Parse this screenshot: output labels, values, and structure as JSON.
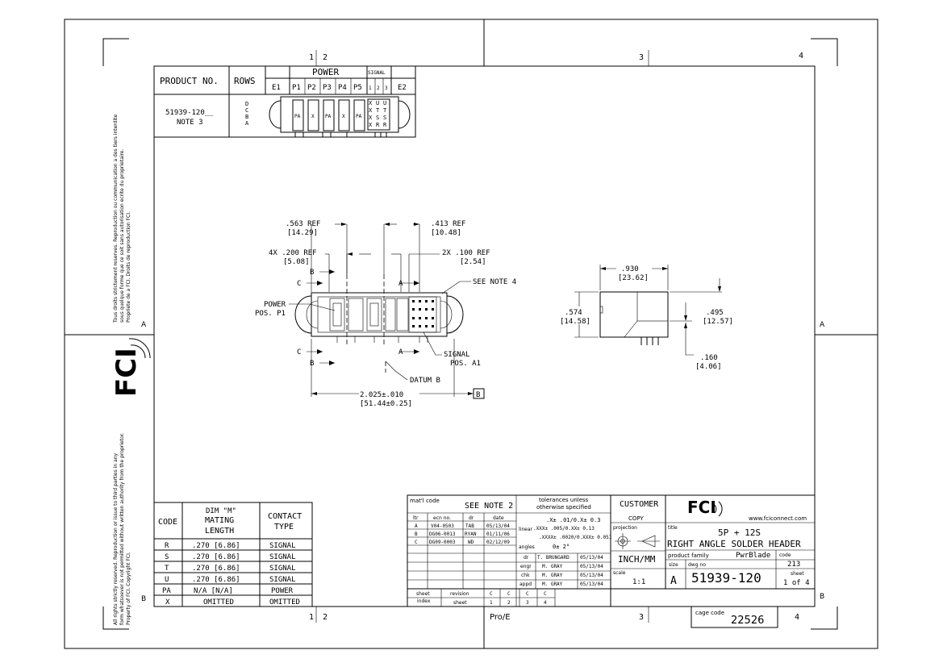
{
  "zones": {
    "top_1": "1",
    "top_2": "2",
    "top_3": "3",
    "top_4": "4",
    "bot_1": "1",
    "bot_2": "2",
    "bot_3": "3",
    "bot_4": "4",
    "left_a": "A",
    "left_b": "B",
    "right_a": "A",
    "right_b": "B"
  },
  "side_text": {
    "top": [
      "Tous droits strictement reserves. Reproduction ou communication a des tiers interdite",
      "sous quelque forme que ce soit sans autorisation ecrite du proprietaire.",
      "Propriete de a FCI. Droits de reproduction FCI."
    ],
    "bottom": [
      "All rights strictly reserved. Reproduction or issue to third parties in any",
      "form whatsoever is not permitted without written authority from the proprietor.",
      "Property of FCI. Copyright FCI."
    ],
    "logo": "FCI"
  },
  "product_table": {
    "h_product": "PRODUCT NO.",
    "h_rows": "ROWS",
    "h_power": "POWER",
    "h_signal": "SIGNAL",
    "cols": [
      "E1",
      "P1",
      "P2",
      "P3",
      "P4",
      "P5",
      "1",
      "2",
      "3",
      "E2"
    ],
    "part": "51939-120__",
    "note": "NOTE 3",
    "rows": [
      "D",
      "C",
      "B",
      "A"
    ],
    "cells": [
      "PA",
      "X",
      "PA",
      "X",
      "PA"
    ],
    "sig": [
      [
        "X",
        "U",
        "U"
      ],
      [
        "X",
        "T",
        "T"
      ],
      [
        "X",
        "S",
        "S"
      ],
      [
        "X",
        "R",
        "R"
      ]
    ]
  },
  "dims": {
    "d563": ".563   REF",
    "d563m": "[14.29]",
    "d413": ".413   REF",
    "d413m": "[10.48]",
    "d200": "4X .200  REF",
    "d200m": "[5.08]",
    "d100": "2X .100  REF",
    "d100m": "[2.54]",
    "see_note4": "SEE NOTE 4",
    "power1": "POWER",
    "power2": "POS. P1",
    "signal1": "SIGNAL",
    "signal2": "POS. A1",
    "datum": "DATUM B",
    "d2025": "2.025±.010",
    "d2025m": "[51.44±0.25]",
    "datum_box": "B",
    "lA": "A",
    "lB": "B",
    "lC": "C",
    "d930": ".930",
    "d930m": "[23.62]",
    "d574": ".574",
    "d574m": "[14.58]",
    "d495": ".495",
    "d495m": "[12.57]",
    "d160": ".160",
    "d160m": "[4.06]"
  },
  "code_table": {
    "h_code": "CODE",
    "h_dim1": "DIM \"M\"",
    "h_dim2": "MATING",
    "h_dim3": "LENGTH",
    "h_ct1": "CONTACT",
    "h_ct2": "TYPE",
    "rows": [
      {
        "code": "R",
        "dim": ".270   [6.86]",
        "type": "SIGNAL"
      },
      {
        "code": "S",
        "dim": ".270   [6.86]",
        "type": "SIGNAL"
      },
      {
        "code": "T",
        "dim": ".270   [6.86]",
        "type": "SIGNAL"
      },
      {
        "code": "U",
        "dim": ".270   [6.86]",
        "type": "SIGNAL"
      },
      {
        "code": "PA",
        "dim": "N/A   [N/A]",
        "type": "POWER"
      },
      {
        "code": "X",
        "dim": "OMITTED",
        "type": "OMITTED"
      }
    ]
  },
  "title_block": {
    "matl_code": "mat'l code",
    "see_note2": "SEE NOTE 2",
    "tol1": "tolerances unless",
    "tol2": "otherwise specified",
    "customer": "CUSTOMER",
    "copy": "COPY",
    "web": "www.fciconnect.com",
    "ltr": "ltr",
    "ecn": "ecn no.",
    "dr_h": "dr",
    "date_h": "date",
    "revs": [
      {
        "ltr": "A",
        "ecn": "V04-0503",
        "dr": "TAB",
        "date": "05/13/04"
      },
      {
        "ltr": "B",
        "ecn": "DG06-0013",
        "dr": "RYAN",
        "date": "01/11/06"
      },
      {
        "ltr": "C",
        "ecn": "DG09-0003",
        "dr": "WD",
        "date": "02/12/09"
      }
    ],
    "linear": "linear",
    "angles": "angles",
    "tol_x": ".X± .01/0.X± 0.3",
    "tol_xx": ".XXX± .005/0.XX± 0.13",
    "tol_xxx": ".XXXX± .0020/0.XXX± 0.051",
    "tol_ang": "0± 2°",
    "projection": "projection",
    "title_l": "title",
    "title1": "5P + 12S",
    "title2": "RIGHT ANGLE SOLDER HEADER",
    "sig": [
      {
        "role": "dr",
        "name": "T. BRUNGARD",
        "date": "05/13/04"
      },
      {
        "role": "engr",
        "name": "M. GRAY",
        "date": "05/13/04"
      },
      {
        "role": "chk",
        "name": "M. GRAY",
        "date": "05/13/04"
      },
      {
        "role": "appd",
        "name": "M. GRAY",
        "date": "05/13/04"
      }
    ],
    "units": "INCH/MM",
    "scale_l": "scale",
    "scale": "1:1",
    "pf_l": "product family",
    "pf": "PwrBlade",
    "code_l": "code",
    "code": "213",
    "size_l": "size",
    "dwg_l": "dwg no",
    "size": "A",
    "dwg": "51939-120",
    "sheet_l": "sheet",
    "sheet": "1 of 4",
    "si1": "sheet",
    "si2": "index",
    "rv": "revision",
    "sh": "sheet",
    "rv_vals": [
      "C",
      "C",
      "C",
      "C"
    ],
    "sh_vals": [
      "1",
      "2",
      "3",
      "4"
    ],
    "proe": "Pro/E",
    "cage_l": "cage code",
    "cage": "22526"
  }
}
